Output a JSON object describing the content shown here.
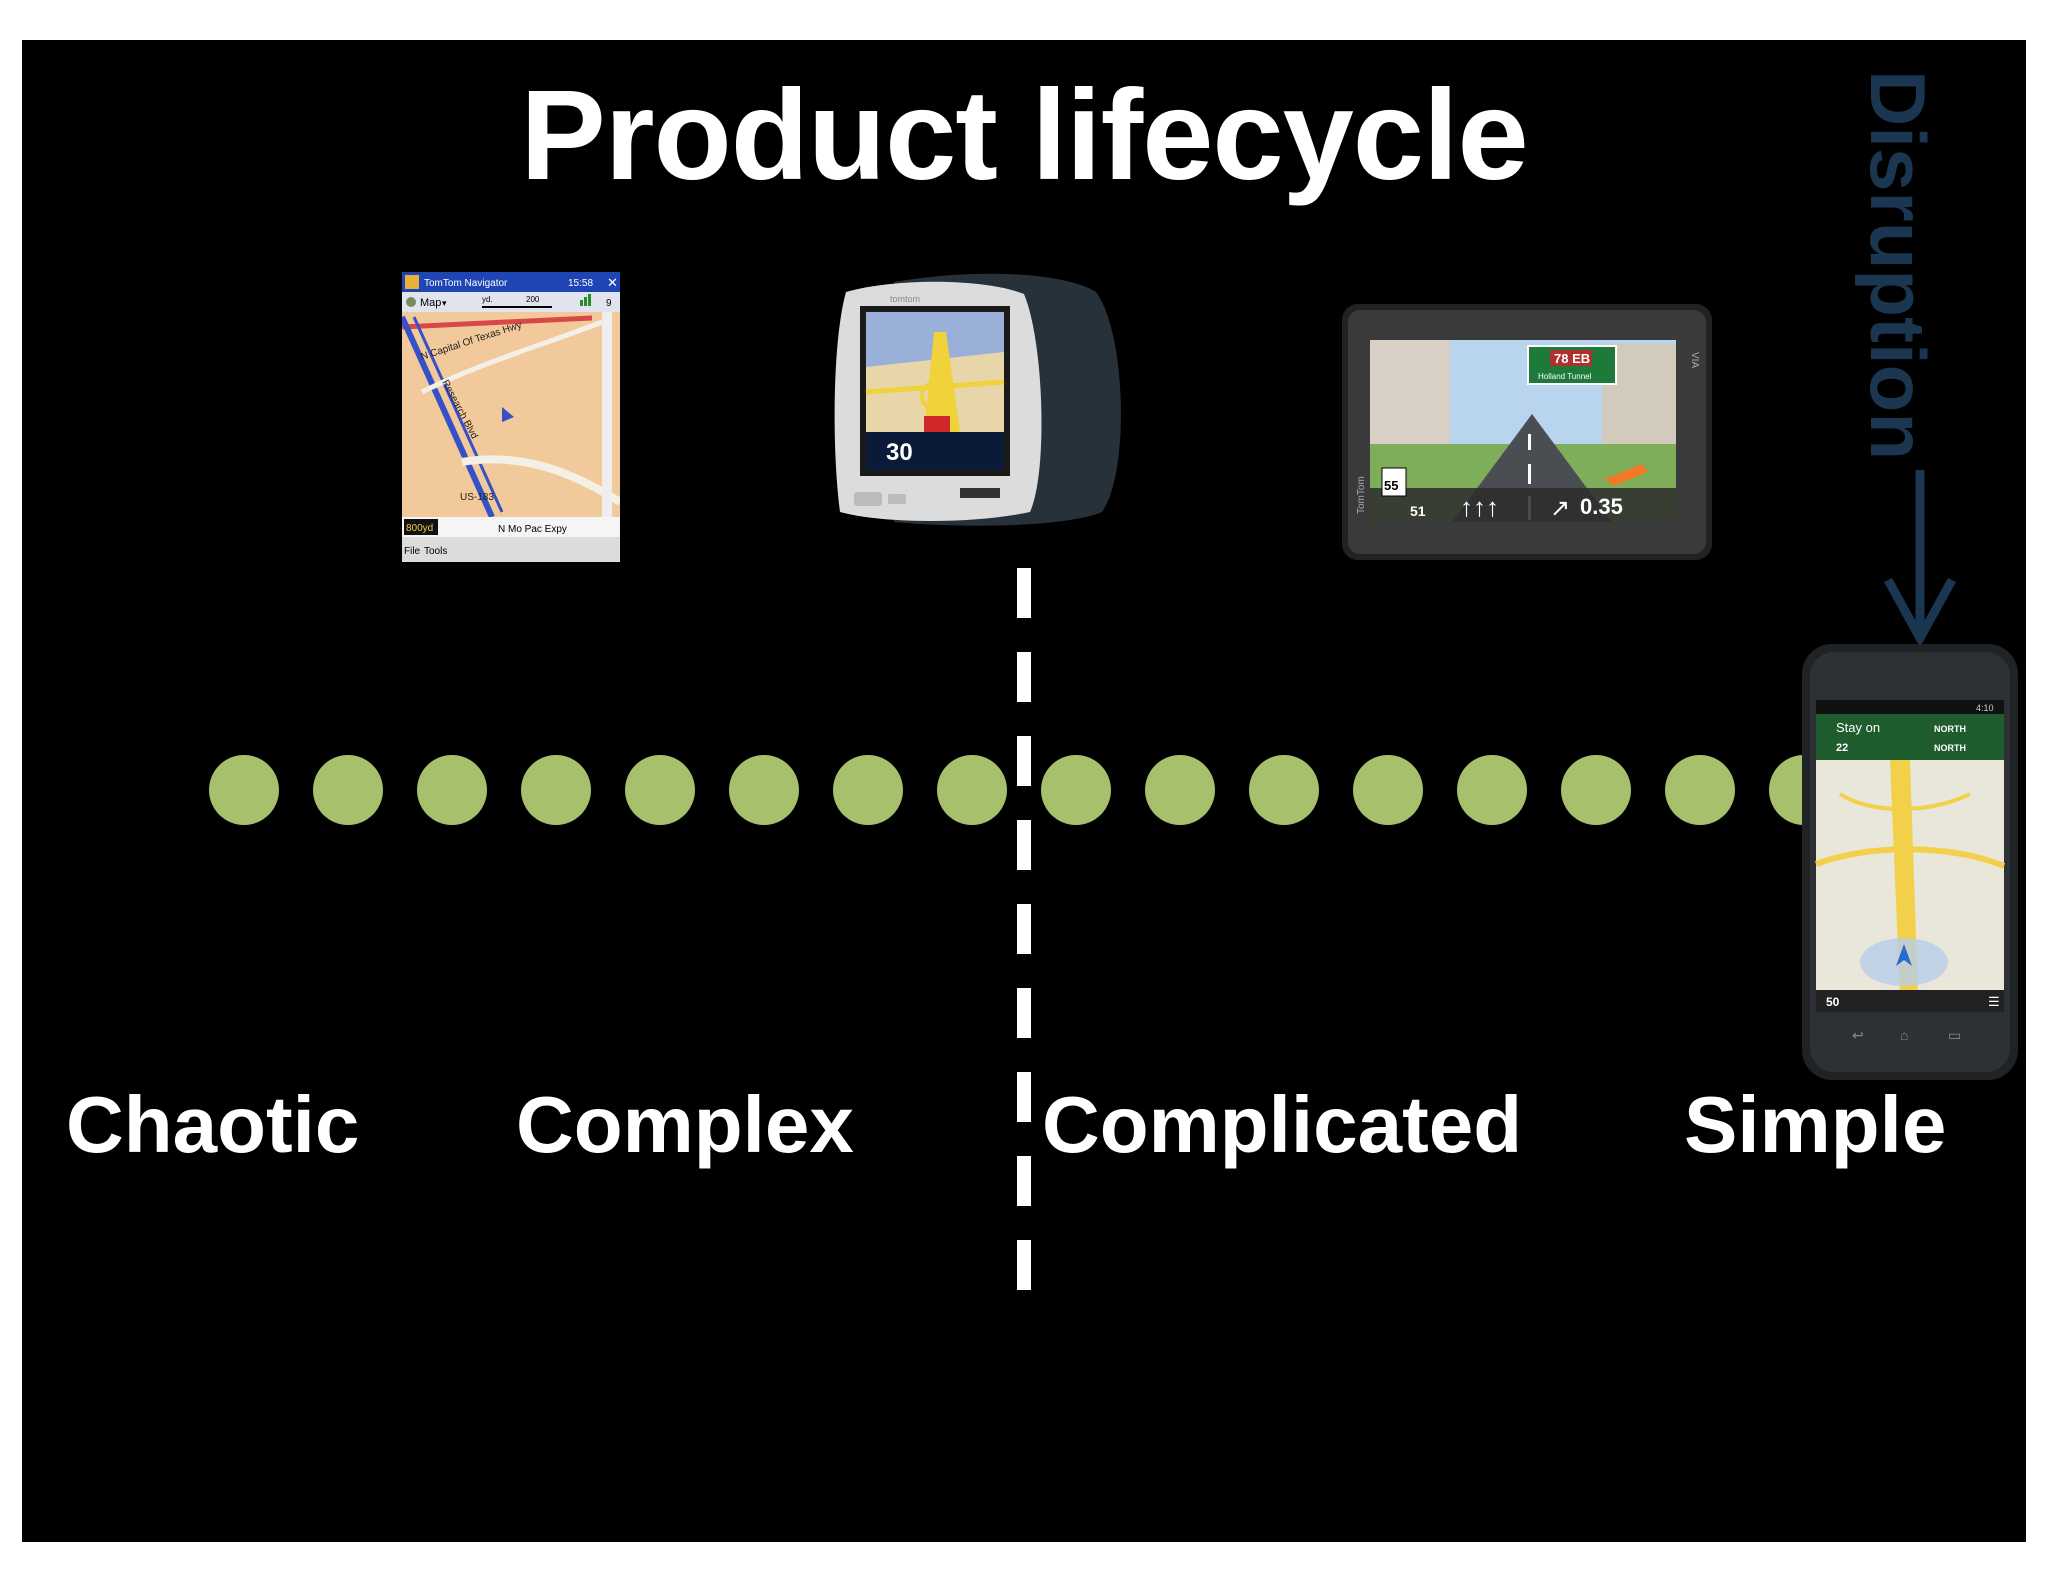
{
  "title": "Product lifecycle",
  "stages": [
    "Chaotic",
    "Complex",
    "Complicated",
    "Simple"
  ],
  "disruption_label": "Disruption",
  "colors": {
    "background": "#000000",
    "dot": "#a7c06c",
    "text": "#ffffff",
    "disruption": "#1b3650"
  },
  "timeline": {
    "dot_count": 16
  },
  "devices": {
    "pda": {
      "app_title": "TomTom Navigator",
      "clock": "15:58",
      "map_label": "Map",
      "scale_unit": "yd.",
      "scale_value": "200",
      "signal": "9",
      "road_1": "N Capital Of Texas Hwy",
      "road_2": "Research Blvd",
      "road_3": "US-183",
      "distance": "800yd",
      "next_road": "N Mo Pac Expy",
      "menu_file": "File",
      "menu_tools": "Tools"
    },
    "go_classic": {
      "brand": "tomtom",
      "speed": "30"
    },
    "widescreen": {
      "sign_route": "78 EB",
      "sign_sub": "Holland Tunnel",
      "speed_limit": "55",
      "distance": "0.35",
      "speed": "51",
      "brand": "TomTom",
      "model": "VIA"
    },
    "phone": {
      "instruction": "Stay on",
      "direction_1": "NORTH",
      "direction_2": "NORTH",
      "distance": "22",
      "time": "4:10",
      "speed": "50"
    }
  }
}
